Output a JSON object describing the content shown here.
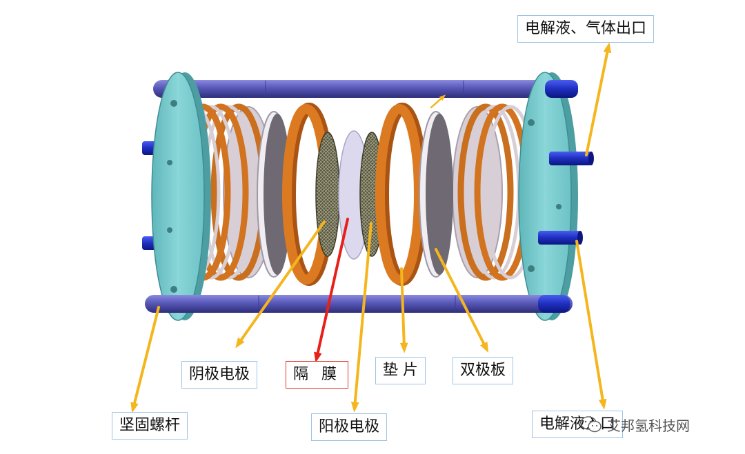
{
  "labels": {
    "outlet": "电解液、气体出口",
    "cathode": "阴极电极",
    "diaphragm": "隔 膜",
    "gasket": "垫 片",
    "bipolar": "双极板",
    "bolt": "坚固螺杆",
    "anode": "阳极电极",
    "inlet": "电解液入口"
  },
  "watermark": {
    "text": "艾邦氢科技网",
    "icon": "wechat-icon"
  },
  "colors": {
    "flange": "#7fcfd2",
    "rod": "#5656b8",
    "port": "#1e2fbf",
    "copper_ring": "#d2731f",
    "bipolar_plate": "#b8b2c2",
    "mesh": "#6b6a52",
    "membrane": "#dcd8ee",
    "arrow": "#f5b51c",
    "arrow_red": "#e8201a"
  }
}
